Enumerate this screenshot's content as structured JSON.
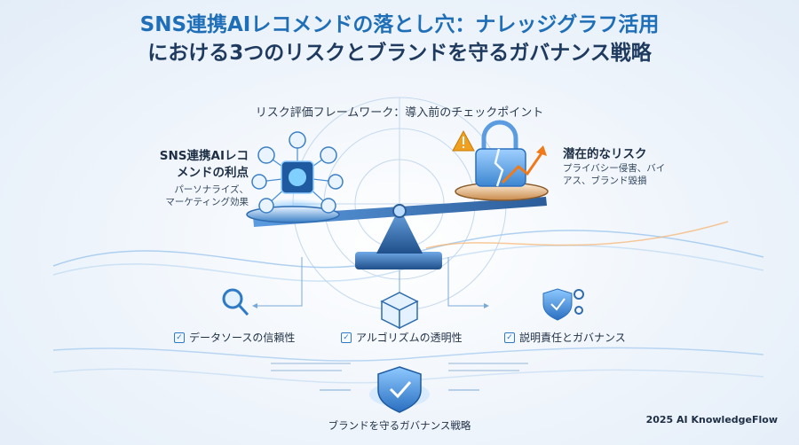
{
  "title_line1": "SNS連携AIレコメンドの落とし穴：ナレッジグラフ活用",
  "title_line2": "における3つのリスクとブランドを守るガバナンス戦略",
  "subtitle": "リスク評価フレームワーク：導入前のチェックポイント",
  "benefit": {
    "title_line1": "SNS連携AIレコ",
    "title_line2": "メンドの利点",
    "text_line1": "パーソナライズ、",
    "text_line2": "マーケティング効果"
  },
  "risk": {
    "title": "潜在的なリスク",
    "text_line1": "プライバシー侵害、バイ",
    "text_line2": "アス、ブランド毀損"
  },
  "checkpoints": [
    {
      "label": "データソースの信頼性",
      "icon": "magnifier-icon"
    },
    {
      "label": "アルゴリズムの透明性",
      "icon": "open-box-icon"
    },
    {
      "label": "説明責任とガバナンス",
      "icon": "shield-gear-icon"
    }
  ],
  "strategy_label": "ブランドを守るガバナンス戦略",
  "footer": "2025 AI KnowledgeFlow",
  "colors": {
    "accent": "#1f6fb8",
    "title": "#1e3a5f",
    "warning": "#f0a020",
    "risk_arrow": "#f07a1a"
  }
}
